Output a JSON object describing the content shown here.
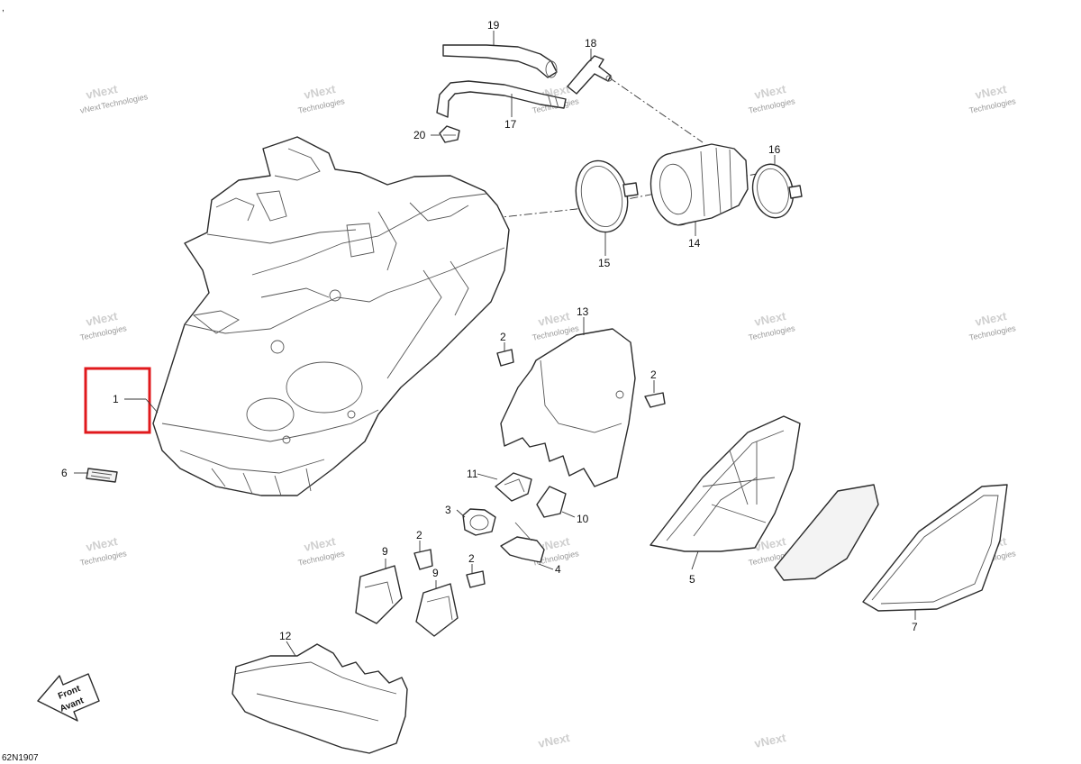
{
  "diagram": {
    "reference_code": "62N1907",
    "corner_mark": ",",
    "front_arrow": {
      "line1": "Front",
      "line2": "Avant"
    },
    "watermark": {
      "line1": "vNext",
      "line2": "Technologies"
    },
    "highlight_color": "#e0191c",
    "callouts": [
      {
        "id": "c1",
        "label": "1"
      },
      {
        "id": "c2a",
        "label": "2"
      },
      {
        "id": "c2b",
        "label": "2"
      },
      {
        "id": "c2c",
        "label": "2"
      },
      {
        "id": "c2d",
        "label": "2"
      },
      {
        "id": "c3",
        "label": "3"
      },
      {
        "id": "c4",
        "label": "4"
      },
      {
        "id": "c5",
        "label": "5"
      },
      {
        "id": "c6",
        "label": "6"
      },
      {
        "id": "c7",
        "label": "7"
      },
      {
        "id": "c9a",
        "label": "9"
      },
      {
        "id": "c9b",
        "label": "9"
      },
      {
        "id": "c10",
        "label": "10"
      },
      {
        "id": "c11",
        "label": "11"
      },
      {
        "id": "c12",
        "label": "12"
      },
      {
        "id": "c13",
        "label": "13"
      },
      {
        "id": "c14",
        "label": "14"
      },
      {
        "id": "c15",
        "label": "15"
      },
      {
        "id": "c16",
        "label": "16"
      },
      {
        "id": "c17",
        "label": "17"
      },
      {
        "id": "c18",
        "label": "18"
      },
      {
        "id": "c19",
        "label": "19"
      },
      {
        "id": "c20",
        "label": "20"
      }
    ]
  }
}
